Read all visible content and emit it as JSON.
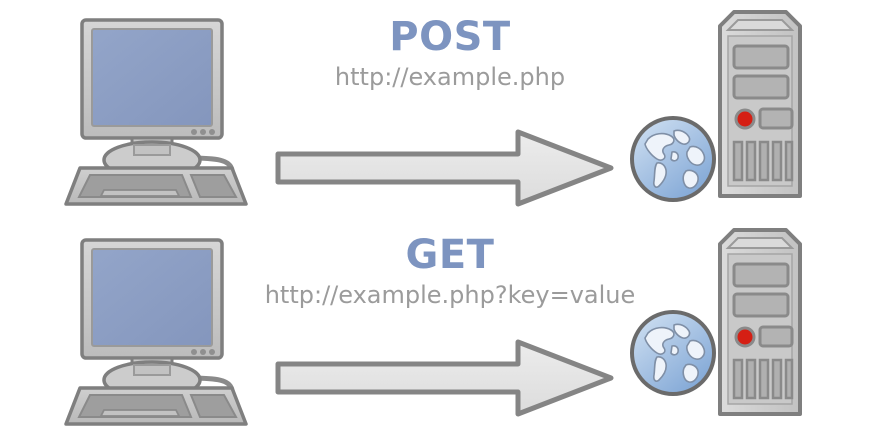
{
  "diagram": {
    "title": "HTTP POST vs GET request diagram",
    "background_color": "#ffffff",
    "verb_color": "#7d94c0",
    "url_color": "#9b9b9b",
    "outline_color": "#7f7f7f",
    "screen_color": "#8b9dc3",
    "led_color": "#d51f14",
    "globe_ocean_color": "#a9c4e4",
    "rows": [
      {
        "id": "post",
        "verb": "POST",
        "url": "http://example.php",
        "client_label": "desktop-computer",
        "arrow_label": "request-arrow",
        "globe_label": "globe-icon",
        "server_label": "server-tower"
      },
      {
        "id": "get",
        "verb": "GET",
        "url": "http://example.php?key=value",
        "client_label": "desktop-computer",
        "arrow_label": "request-arrow",
        "globe_label": "globe-icon",
        "server_label": "server-tower"
      }
    ]
  }
}
